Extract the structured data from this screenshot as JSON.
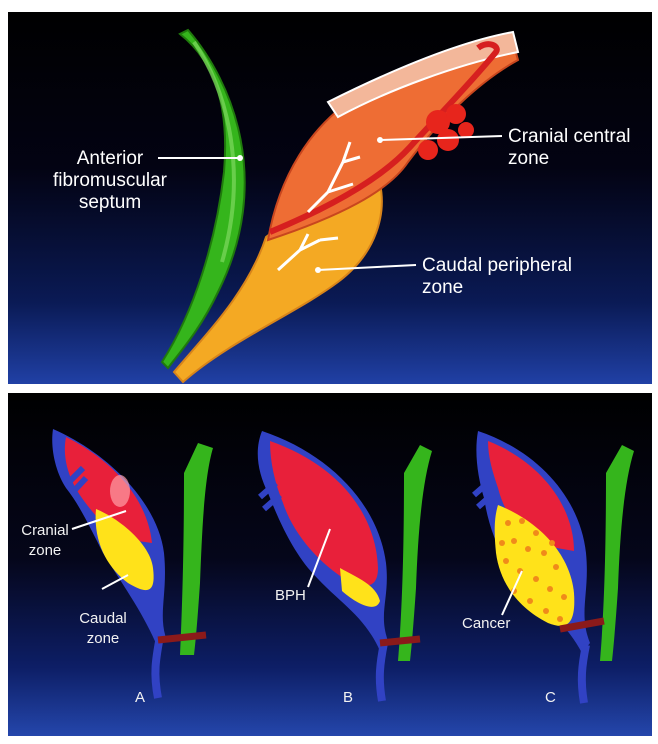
{
  "top_panel": {
    "labels": {
      "anterior": "Anterior\nfibromuscular\nseptum",
      "cranial_central": "Cranial central\nzone",
      "caudal_peripheral": "Caudal peripheral\nzone"
    }
  },
  "bottom_panel": {
    "labels": {
      "cranial_zone": "Cranial\nzone",
      "caudal_zone": "Caudal\nzone",
      "bph": "BPH",
      "cancer": "Cancer"
    },
    "panel_letters": {
      "a": "A",
      "b": "B",
      "c": "C"
    }
  },
  "colors": {
    "septum_green": "#35b51c",
    "central_zone_orange": "#ee6d34",
    "peripheral_zone_yellow": "#f4a923",
    "vessel_red": "#d61f1f",
    "capsule_blue": "#3142c4",
    "gland_red": "#e8203a",
    "gland_yellow": "#ffe21a"
  }
}
